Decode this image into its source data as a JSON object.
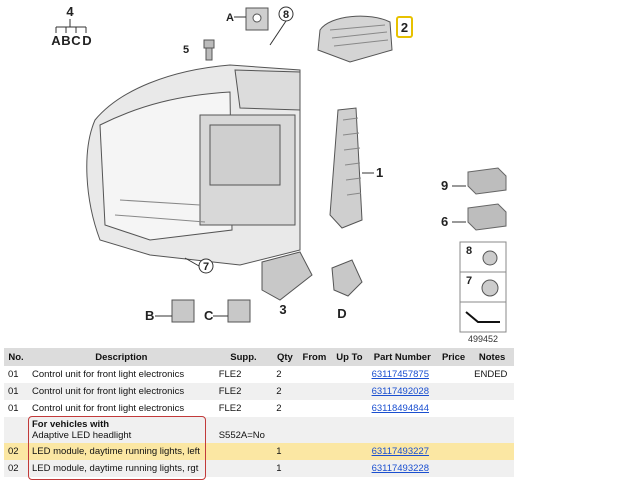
{
  "diagram": {
    "tree_number": "4",
    "tree_letters": [
      "A",
      "B",
      "C",
      "D"
    ],
    "callouts": {
      "a": "A",
      "b": "B",
      "c": "C",
      "d": "D",
      "n1": "1",
      "n2": "2",
      "n3": "3",
      "n5": "5",
      "n6": "6",
      "n7": "7",
      "n8": "8",
      "n9": "9"
    },
    "diagram_id": "499452"
  },
  "table": {
    "headers": {
      "no": "No.",
      "description": "Description",
      "supp": "Supp.",
      "qty": "Qty",
      "from": "From",
      "upto": "Up To",
      "part": "Part Number",
      "price": "Price",
      "notes": "Notes"
    },
    "rows": [
      {
        "no": "01",
        "description": "Control unit for front light electronics",
        "supp": "FLE2",
        "qty": "2",
        "part": "63117457875",
        "notes": "ENDED"
      },
      {
        "no": "01",
        "description": "Control unit for front light electronics",
        "supp": "FLE2",
        "qty": "2",
        "part": "63117492028",
        "notes": ""
      },
      {
        "no": "01",
        "description": "Control unit for front light electronics",
        "supp": "FLE2",
        "qty": "2",
        "part": "63118494844",
        "notes": ""
      }
    ],
    "group": {
      "title": "For vehicles with",
      "subtitle": "Adaptive LED headlight",
      "supp": "S552A=No"
    },
    "rows2": [
      {
        "no": "02",
        "description": "LED module, daytime running lights, left",
        "qty": "1",
        "part": "63117493227"
      },
      {
        "no": "02",
        "description": "LED module, daytime running lights, rgt",
        "qty": "1",
        "part": "63117493228"
      }
    ]
  }
}
